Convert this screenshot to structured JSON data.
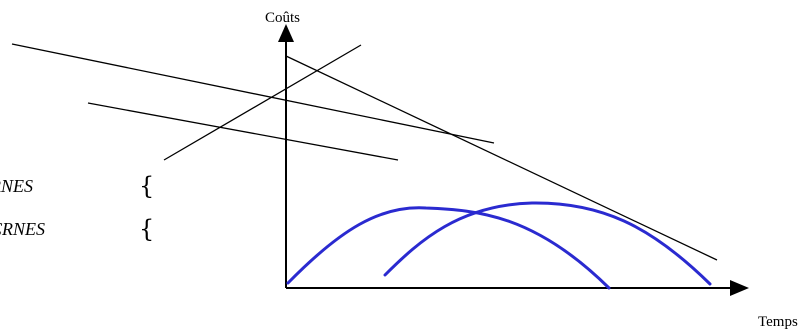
{
  "axes": {
    "y_label": "Coûts",
    "x_label": "Temps"
  },
  "labels": {
    "item_1": "RNES",
    "item_2": "CRNES",
    "brace_glyph": "{"
  },
  "colors": {
    "axis": "#000000",
    "lines": "#000000",
    "curves": "#2a2ad0"
  }
}
